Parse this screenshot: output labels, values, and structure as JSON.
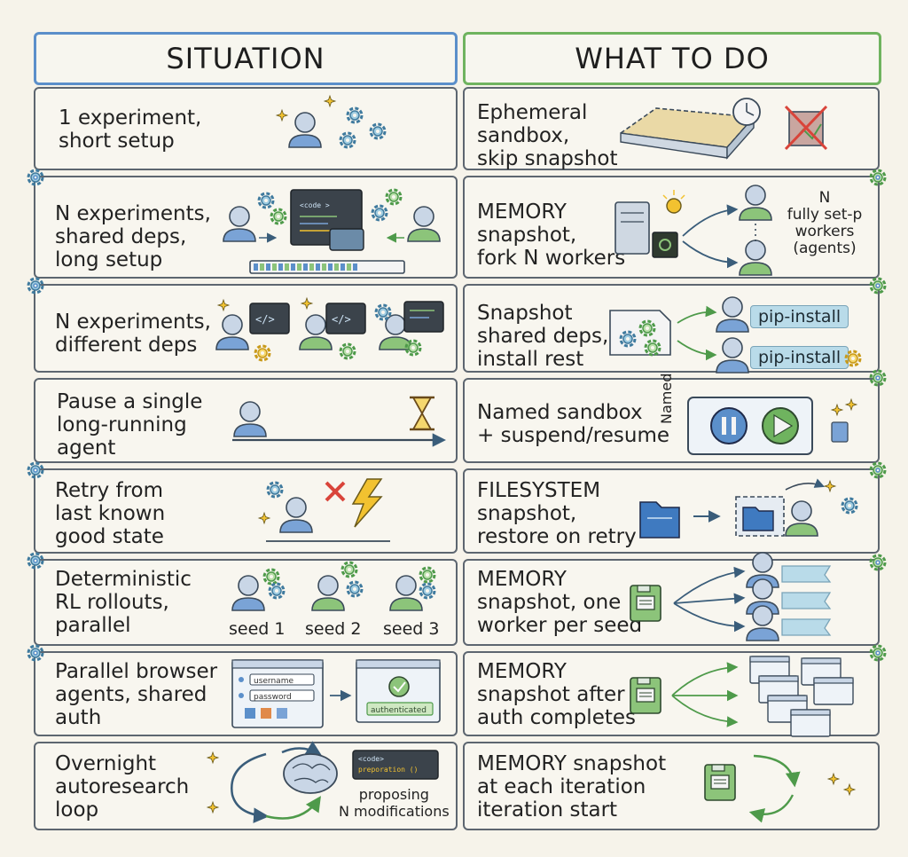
{
  "headers": {
    "situation": "SITUATION",
    "action": "WHAT TO DO"
  },
  "rows": [
    {
      "situation": "1 experiment,\nshort setup",
      "action": "Ephemeral\nsandbox,\nskip snapshot"
    },
    {
      "situation": "N experiments,\nshared deps,\nlong setup",
      "action": "MEMORY\nsnapshot,\nfork N workers",
      "extra": {
        "code": "<code >",
        "workers": "N\nfully set-p\nworkers\n(agents)"
      }
    },
    {
      "situation": "N experiments,\ndifferent deps",
      "action": "Snapshot\nshared deps,\ninstall rest",
      "extra": {
        "pip1": "pip-install",
        "pip2": "pip-install"
      }
    },
    {
      "situation": "Pause a single\nlong-running\nagent",
      "action": "Named sandbox\n+ suspend/resume",
      "extra": {
        "named": "Named"
      }
    },
    {
      "situation": "Retry from\nlast known\ngood state",
      "action": "FILESYSTEM\nsnapshot,\nrestore on retry"
    },
    {
      "situation": "Deterministic\nRL rollouts,\nparallel",
      "action": "MEMORY\nsnapshot, one\nworker per seed",
      "extra": {
        "seeds": [
          "seed 1",
          "seed 2",
          "seed 3"
        ]
      }
    },
    {
      "situation": "Parallel browser\nagents, shared\nauth",
      "action": "MEMORY\nsnapshot after\nauth completes",
      "extra": {
        "username": "username",
        "password": "password",
        "authenticated": "authenticated"
      }
    },
    {
      "situation": "Overnight\nautoresearch\nloop",
      "action": "MEMORY snapshot\nat each iteration\niteration start",
      "extra": {
        "code": "<code>\npreporation ()",
        "proposing": "proposing\nN modifications"
      }
    }
  ],
  "colors": {
    "blue": "#5b8fca",
    "green": "#6fb35f",
    "person_blue": "#7aa3d6",
    "person_green": "#8cc47a",
    "gear": "#3f7a9e",
    "yellow": "#f2c230",
    "red": "#d9443a"
  }
}
